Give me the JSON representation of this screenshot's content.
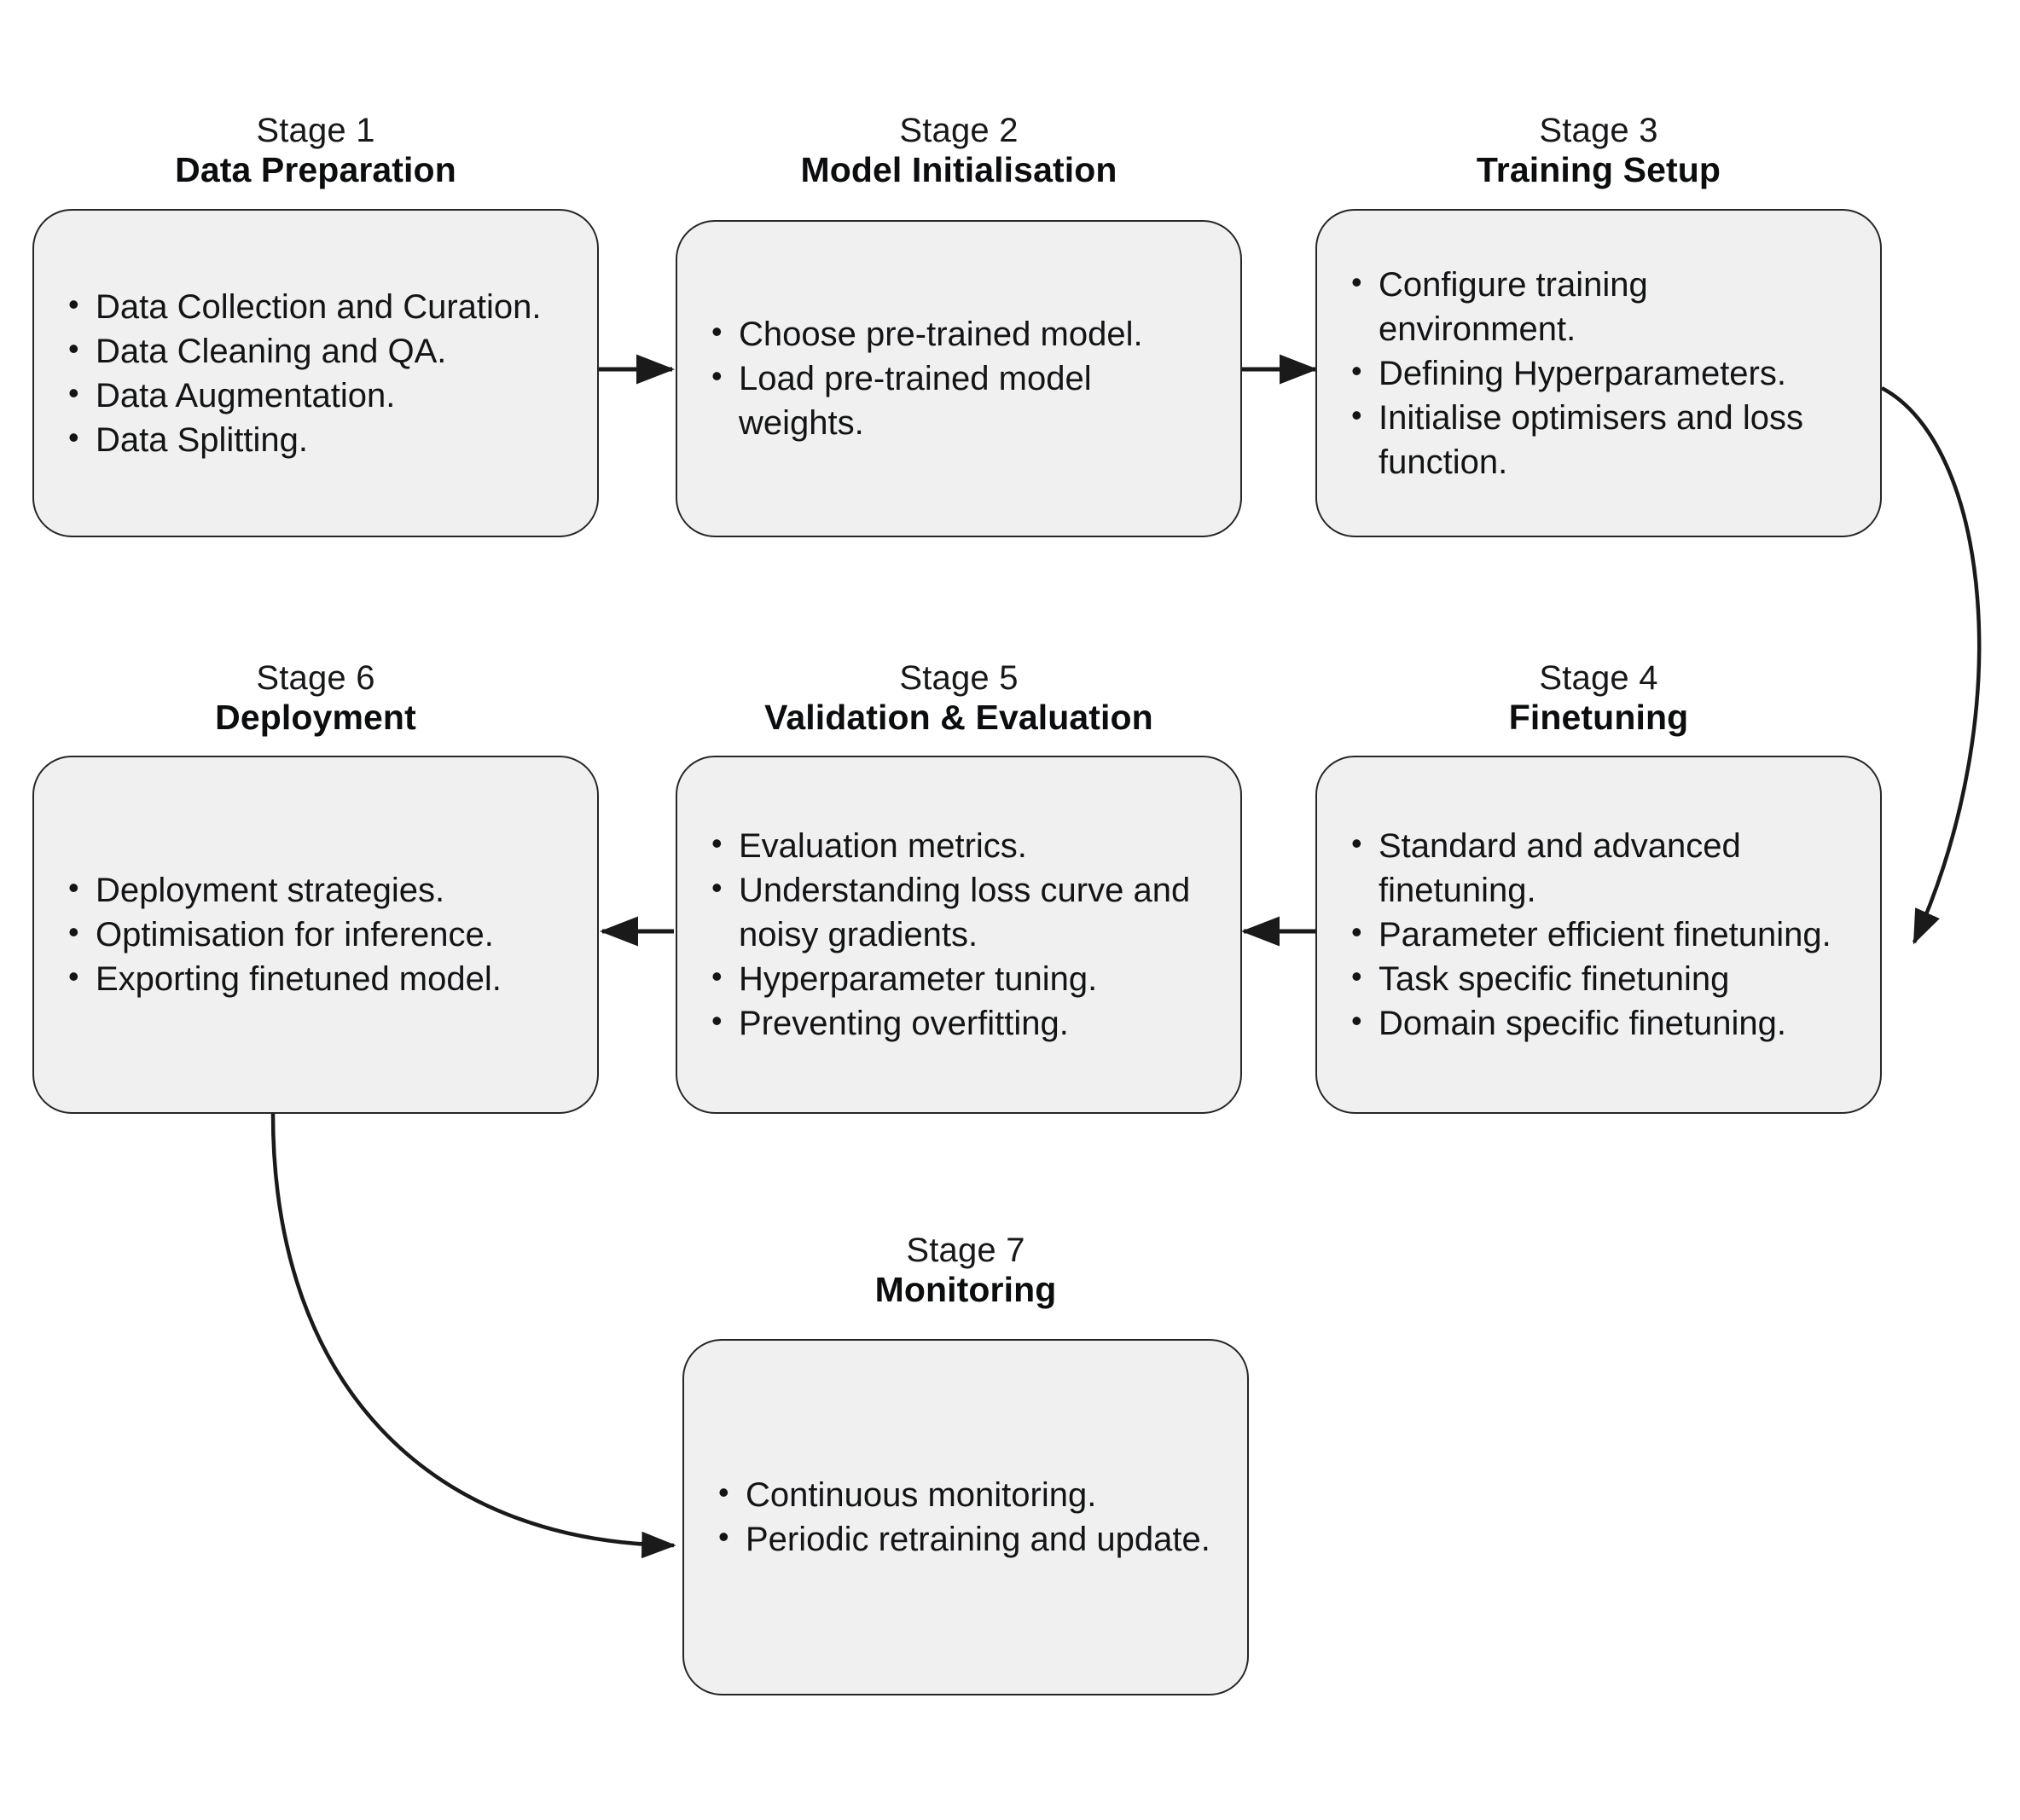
{
  "diagram": {
    "title_prefix": "Stage",
    "background_color": "#ffffff",
    "box_fill_color": "#f0f0f0",
    "box_border_color": "#262626",
    "text_color": "#17181a",
    "connector_color": "#1a1a1a"
  },
  "stages": [
    {
      "number": "Stage 1",
      "title": "Data Preparation",
      "bullets": [
        "Data Collection and Curation.",
        "Data Cleaning and QA.",
        "Data Augmentation.",
        "Data Splitting."
      ]
    },
    {
      "number": "Stage 2",
      "title": "Model Initialisation",
      "bullets": [
        "Choose pre-trained model.",
        "Load pre-trained model weights."
      ]
    },
    {
      "number": "Stage 3",
      "title": "Training Setup",
      "bullets": [
        "Configure training environment.",
        "Defining Hyperparameters.",
        "Initialise optimisers and loss function."
      ]
    },
    {
      "number": "Stage 4",
      "title": "Finetuning",
      "bullets": [
        "Standard and advanced finetuning.",
        "Parameter efficient finetuning.",
        "Task specific finetuning",
        "Domain specific finetuning."
      ]
    },
    {
      "number": "Stage 5",
      "title": "Validation & Evaluation",
      "bullets": [
        "Evaluation metrics.",
        "Understanding loss curve and noisy gradients.",
        "Hyperparameter tuning.",
        "Preventing overfitting."
      ]
    },
    {
      "number": "Stage 6",
      "title": "Deployment",
      "bullets": [
        "Deployment strategies.",
        "Optimisation for inference.",
        "Exporting finetuned model."
      ]
    },
    {
      "number": "Stage 7",
      "title": "Monitoring",
      "bullets": [
        "Continuous monitoring.",
        "Periodic retraining and update."
      ]
    }
  ],
  "connectors": [
    {
      "from": "Stage 1",
      "to": "Stage 2",
      "shape": "straight-right"
    },
    {
      "from": "Stage 2",
      "to": "Stage 3",
      "shape": "straight-right"
    },
    {
      "from": "Stage 3",
      "to": "Stage 4",
      "shape": "curve-right-wrap"
    },
    {
      "from": "Stage 4",
      "to": "Stage 5",
      "shape": "straight-left"
    },
    {
      "from": "Stage 5",
      "to": "Stage 6",
      "shape": "straight-left"
    },
    {
      "from": "Stage 6",
      "to": "Stage 7",
      "shape": "curve-down-right"
    }
  ]
}
